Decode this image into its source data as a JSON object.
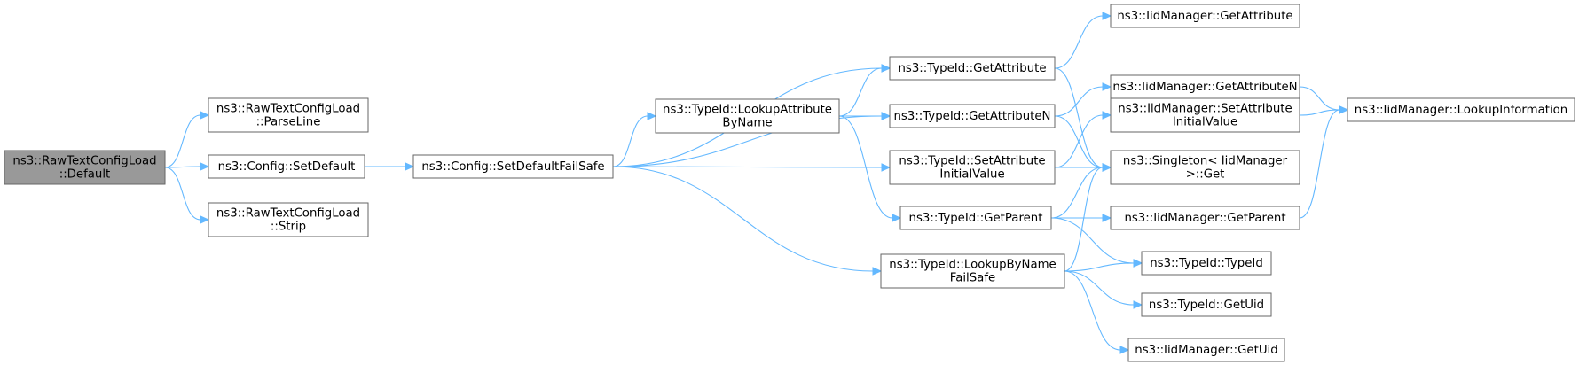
{
  "diagram": {
    "type": "call-graph",
    "edge_color": "#63b8ff",
    "root_color": "#999999",
    "node_border_color": "#666666",
    "nodes": [
      {
        "id": "root",
        "lines": [
          "ns3::RawTextConfigLoad",
          "::Default"
        ],
        "root": true
      },
      {
        "id": "parseline",
        "lines": [
          "ns3::RawTextConfigLoad",
          "::ParseLine"
        ]
      },
      {
        "id": "setdefault",
        "lines": [
          "ns3::Config::SetDefault"
        ]
      },
      {
        "id": "strip",
        "lines": [
          "ns3::RawTextConfigLoad",
          "::Strip"
        ]
      },
      {
        "id": "setdefaultfailsafe",
        "lines": [
          "ns3::Config::SetDefaultFailSafe"
        ]
      },
      {
        "id": "lookupattr",
        "lines": [
          "ns3::TypeId::LookupAttribute",
          "ByName"
        ]
      },
      {
        "id": "getattribute",
        "lines": [
          "ns3::TypeId::GetAttribute"
        ]
      },
      {
        "id": "getattributen",
        "lines": [
          "ns3::TypeId::GetAttributeN"
        ]
      },
      {
        "id": "setattrinit",
        "lines": [
          "ns3::TypeId::SetAttribute",
          "InitialValue"
        ]
      },
      {
        "id": "getparent",
        "lines": [
          "ns3::TypeId::GetParent"
        ]
      },
      {
        "id": "lookupbyname",
        "lines": [
          "ns3::TypeId::LookupByName",
          "FailSafe"
        ]
      },
      {
        "id": "iid_getattribute",
        "lines": [
          "ns3::IidManager::GetAttribute"
        ]
      },
      {
        "id": "iid_getattributen",
        "lines": [
          "ns3::IidManager::GetAttributeN"
        ]
      },
      {
        "id": "iid_setattrinit",
        "lines": [
          "ns3::IidManager::SetAttribute",
          "InitialValue"
        ]
      },
      {
        "id": "singleton",
        "lines": [
          "ns3::Singleton< IidManager",
          ">::Get"
        ]
      },
      {
        "id": "iid_getparent",
        "lines": [
          "ns3::IidManager::GetParent"
        ]
      },
      {
        "id": "typeid_ctor",
        "lines": [
          "ns3::TypeId::TypeId"
        ]
      },
      {
        "id": "getuid",
        "lines": [
          "ns3::TypeId::GetUid"
        ]
      },
      {
        "id": "iid_getuid",
        "lines": [
          "ns3::IidManager::GetUid"
        ]
      },
      {
        "id": "lookupinfo",
        "lines": [
          "ns3::IidManager::LookupInformation"
        ]
      }
    ],
    "edges": [
      [
        "root",
        "parseline"
      ],
      [
        "root",
        "setdefault"
      ],
      [
        "root",
        "strip"
      ],
      [
        "setdefault",
        "setdefaultfailsafe"
      ],
      [
        "setdefaultfailsafe",
        "lookupattr"
      ],
      [
        "setdefaultfailsafe",
        "getattribute"
      ],
      [
        "setdefaultfailsafe",
        "getattributen"
      ],
      [
        "setdefaultfailsafe",
        "setattrinit"
      ],
      [
        "setdefaultfailsafe",
        "lookupbyname"
      ],
      [
        "lookupattr",
        "getattribute"
      ],
      [
        "lookupattr",
        "getattributen"
      ],
      [
        "lookupattr",
        "getparent"
      ],
      [
        "getattribute",
        "iid_getattribute"
      ],
      [
        "getattribute",
        "singleton"
      ],
      [
        "getattributen",
        "iid_getattributen"
      ],
      [
        "getattributen",
        "singleton"
      ],
      [
        "setattrinit",
        "iid_setattrinit"
      ],
      [
        "setattrinit",
        "singleton"
      ],
      [
        "getparent",
        "singleton"
      ],
      [
        "getparent",
        "iid_getparent"
      ],
      [
        "getparent",
        "typeid_ctor"
      ],
      [
        "lookupbyname",
        "singleton"
      ],
      [
        "lookupbyname",
        "typeid_ctor"
      ],
      [
        "lookupbyname",
        "getuid"
      ],
      [
        "lookupbyname",
        "iid_getuid"
      ],
      [
        "iid_getattributen",
        "lookupinfo"
      ],
      [
        "iid_setattrinit",
        "lookupinfo"
      ],
      [
        "iid_getparent",
        "lookupinfo"
      ]
    ]
  }
}
